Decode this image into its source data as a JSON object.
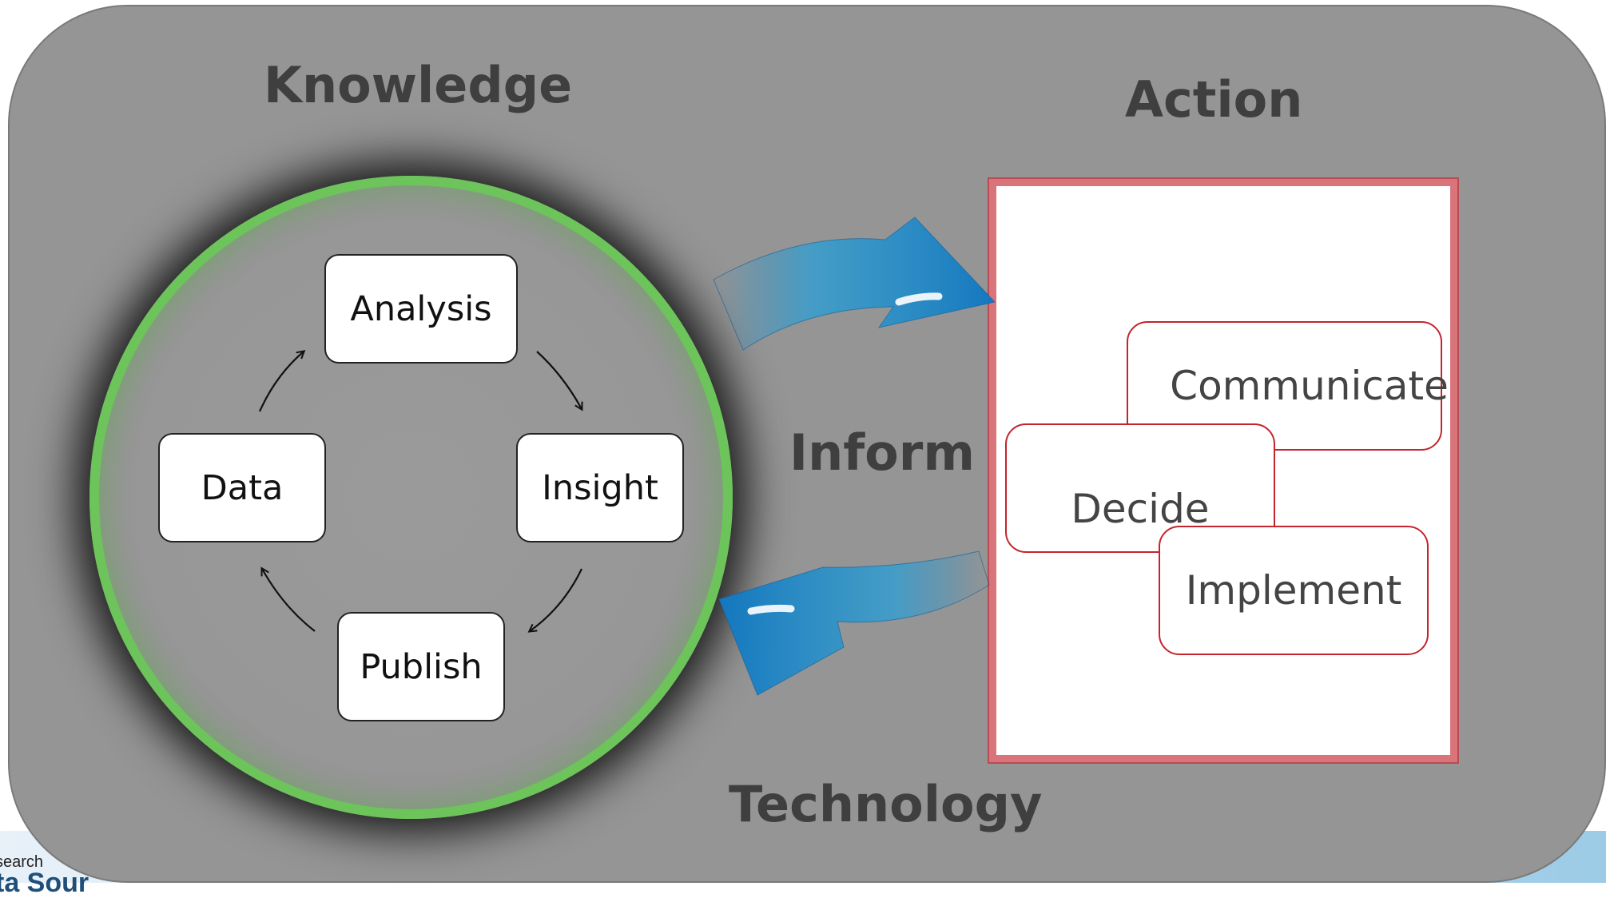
{
  "headings": {
    "knowledge": "Knowledge",
    "action": "Action",
    "inform": "Inform",
    "technology": "Technology"
  },
  "cycle": {
    "analysis": "Analysis",
    "insight": "Insight",
    "publish": "Publish",
    "data": "Data"
  },
  "action_steps": {
    "communicate": "Communicate",
    "decide": "Decide",
    "implement": "Implement"
  },
  "footer": {
    "small_text": "search",
    "brand_fragment": "ta Sour"
  },
  "colors": {
    "panel": "#959595",
    "circle_ring": "#6cc45b",
    "action_border": "#d9747a",
    "card_border": "#c4242e",
    "arrow_blue": "#1b8fd0"
  }
}
